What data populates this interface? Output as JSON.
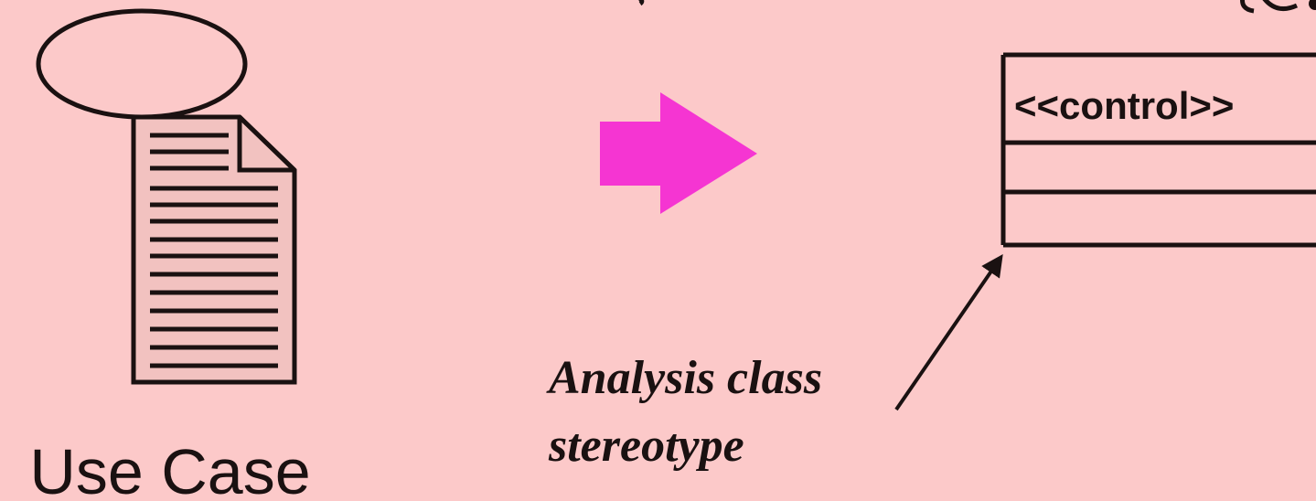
{
  "use_case_label": "Use Case",
  "stereotype_label": "<<control>>",
  "annotation": {
    "line1": "Analysis class",
    "line2": "stereotype"
  },
  "colors": {
    "background": "#fcc9c9",
    "arrow_fill": "#f535d2",
    "stroke": "#1a1111"
  }
}
